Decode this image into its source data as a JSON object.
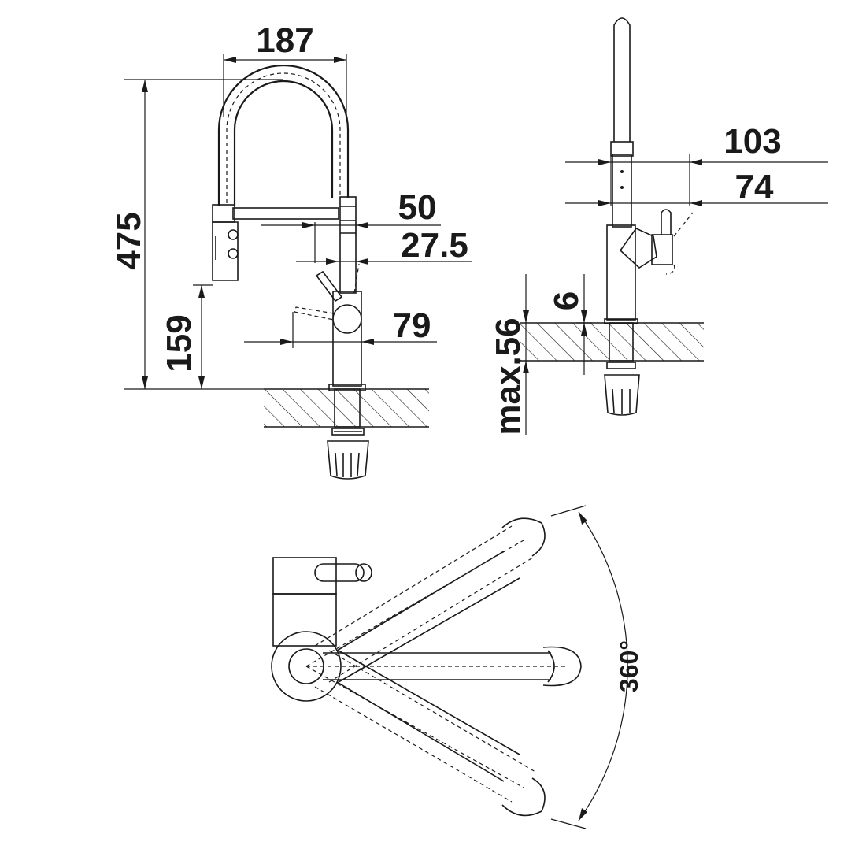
{
  "dimensions": {
    "reach_width": "187",
    "total_height": "475",
    "spout_height": "159",
    "hose_offset": "50",
    "lever_offset": "27.5",
    "body_diameter": "79",
    "top_width": "103",
    "base_width": "74",
    "deck_min": "6",
    "deck_max": "max.56",
    "rotation": "360°"
  },
  "colors": {
    "line": "#1a1a1a",
    "background": "#ffffff"
  }
}
